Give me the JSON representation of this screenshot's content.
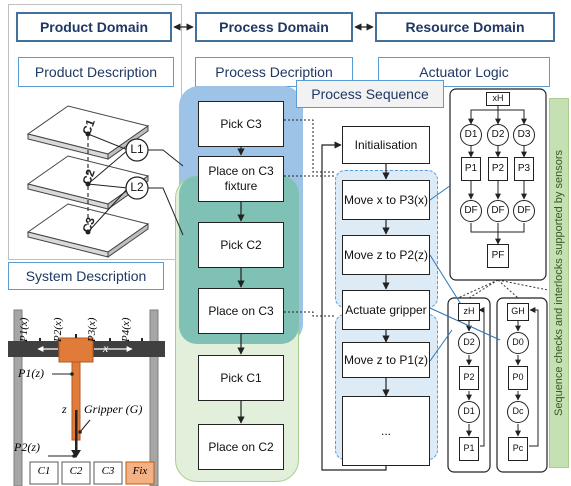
{
  "headers": {
    "product_domain": "Product Domain",
    "process_domain": "Process Domain",
    "resource_domain": "Resource Domain"
  },
  "subheaders": {
    "product_description": "Product Description",
    "process_description": "Process Decription",
    "actuator_logic": "Actuator Logic",
    "process_sequence": "Process Sequence",
    "system_description": "System Description"
  },
  "product": {
    "parts": [
      "C1",
      "C2",
      "C3"
    ],
    "labels": [
      "L1",
      "L2"
    ]
  },
  "process_steps": [
    "Pick C3",
    "Place on C3 fixture",
    "Pick C2",
    "Place on C3",
    "Pick C1",
    "Place on C2"
  ],
  "sequence_steps": [
    "Initialisation",
    "Move x to P3(x)",
    "Move z to P2(z)",
    "Actuate gripper",
    "Move z to P1(z)",
    "..."
  ],
  "actuator_logic": {
    "top": {
      "start": "xH",
      "d": [
        "D1",
        "D2",
        "D3"
      ],
      "p": [
        "P1",
        "P2",
        "P3"
      ],
      "df": [
        "DF",
        "DF",
        "DF"
      ],
      "end": "PF"
    },
    "left": [
      "zH",
      "D2",
      "P2",
      "D1",
      "P1"
    ],
    "right": [
      "GH",
      "D0",
      "P0",
      "Dc",
      "Pc"
    ]
  },
  "system": {
    "positions_x": [
      "P1(x)",
      "P2(x)",
      "P3(x)",
      "P4(x)"
    ],
    "axis_x": "x",
    "p1z": "P1(z)",
    "p2z": "P2(z)",
    "axis_z": "z",
    "gripper": "Gripper (G)",
    "slots": [
      "C1",
      "C2",
      "C3",
      "Fix"
    ]
  },
  "sidebar_text": "Sequence checks and interlocks supported by sensors",
  "colors": {
    "header_border": "#41719c",
    "header_text": "#1f3864",
    "blue_region": "#9dc3e6",
    "green_region": "#e2efda",
    "sequence_region": "#ddebf7",
    "sidebar": "#c5e0b3",
    "fixture": "#f4b183",
    "carriage": "#e07b39"
  }
}
